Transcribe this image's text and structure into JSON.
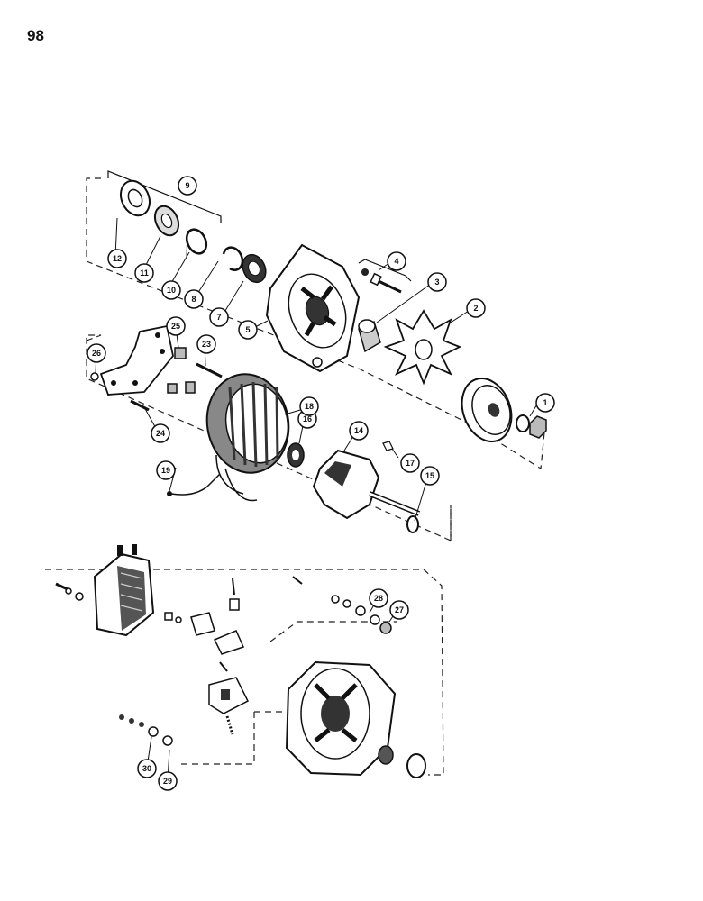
{
  "page": {
    "number": "98"
  },
  "callouts": [
    {
      "n": "1"
    },
    {
      "n": "2"
    },
    {
      "n": "3"
    },
    {
      "n": "4"
    },
    {
      "n": "5"
    },
    {
      "n": "7"
    },
    {
      "n": "8"
    },
    {
      "n": "9"
    },
    {
      "n": "10"
    },
    {
      "n": "11"
    },
    {
      "n": "12"
    },
    {
      "n": "14"
    },
    {
      "n": "15"
    },
    {
      "n": "16"
    },
    {
      "n": "17"
    },
    {
      "n": "18"
    },
    {
      "n": "19"
    },
    {
      "n": "23"
    },
    {
      "n": "24"
    },
    {
      "n": "25"
    },
    {
      "n": "26"
    },
    {
      "n": "27"
    },
    {
      "n": "28"
    },
    {
      "n": "29"
    },
    {
      "n": "30"
    }
  ],
  "colors": {
    "ink": "#111111",
    "paper": "#ffffff",
    "shade": "#555555"
  }
}
